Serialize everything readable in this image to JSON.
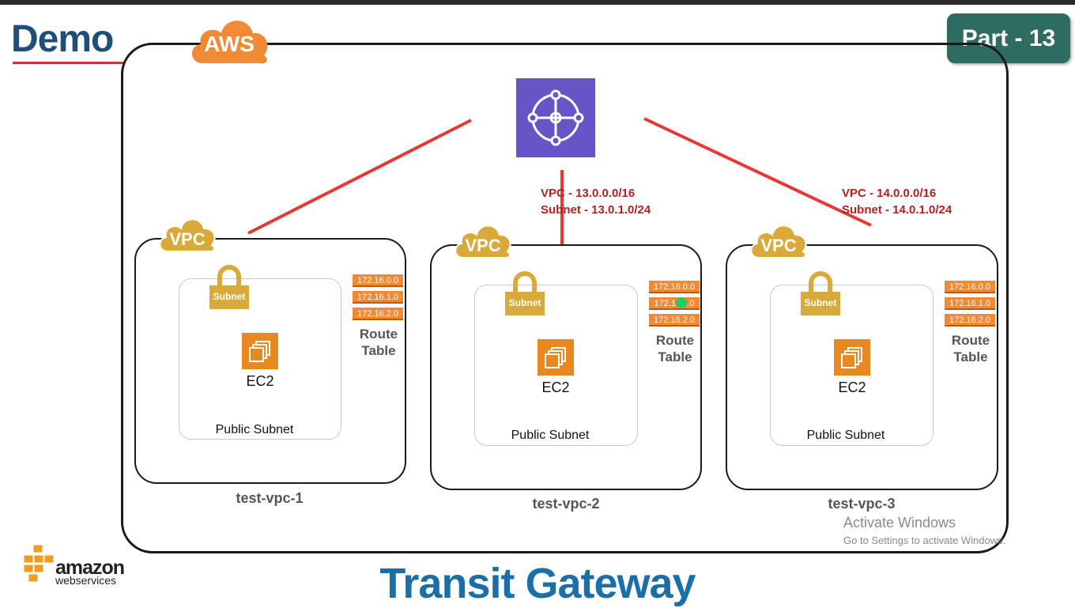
{
  "header": {
    "demo_label": "Demo",
    "part_label": "Part - 13",
    "aws_badge": "AWS"
  },
  "title": "Transit Gateway",
  "transit_gateway_icon": "transit-gateway-icon",
  "annotations": {
    "vpc2": {
      "vpc": "VPC - 13.0.0.0/16",
      "subnet": "Subnet - 13.0.1.0/24"
    },
    "vpc3": {
      "vpc": "VPC - 14.0.0.0/16",
      "subnet": "Subnet - 14.0.1.0/24"
    }
  },
  "vpcs": [
    {
      "cloud_label": "VPC",
      "lock_label": "Subnet",
      "ec2_label": "EC2",
      "subnet_label": "Public Subnet",
      "route_table": {
        "rows": [
          "172.16.0.0",
          "172.16.1.0",
          "172.16.2.0"
        ],
        "label_line1": "Route",
        "label_line2": "Table"
      },
      "name": "test-vpc-1"
    },
    {
      "cloud_label": "VPC",
      "lock_label": "Subnet",
      "ec2_label": "EC2",
      "subnet_label": "Public Subnet",
      "route_table": {
        "rows": [
          "172.16.0.0",
          "172.1",
          "172.16.2.0"
        ],
        "row2_tail": ".0",
        "label_line1": "Route",
        "label_line2": "Table"
      },
      "name": "test-vpc-2"
    },
    {
      "cloud_label": "VPC",
      "lock_label": "Subnet",
      "ec2_label": "EC2",
      "subnet_label": "Public Subnet",
      "route_table": {
        "rows": [
          "172.16.0.0",
          "172.16.1.0",
          "172.16.2.0"
        ],
        "label_line1": "Route",
        "label_line2": "Table"
      },
      "name": "test-vpc-3"
    }
  ],
  "watermark": {
    "title": "Activate Windows",
    "subtitle": "Go to Settings to activate Windows."
  },
  "logo": {
    "word": "amazon",
    "sub": "webservices"
  },
  "colors": {
    "tgw": "#6a53c7",
    "ec2": "#e8891f",
    "vpc_cloud": "#d9a93a",
    "route_table": "#f08a35",
    "connector": "#e53935",
    "title": "#1a6fa8",
    "part_badge": "#2e6b60"
  }
}
